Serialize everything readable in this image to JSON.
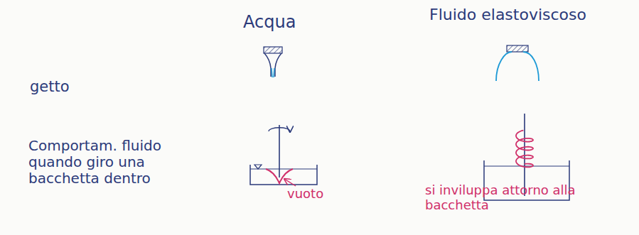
{
  "diagram": {
    "labels": [
      "Acqua",
      "Fluido elastoviscoso",
      "getto",
      "Comportam. fluido quando giro una bacchetta dentro",
      "vuoto",
      "si inviluppa attorno alla bacchetta"
    ]
  }
}
